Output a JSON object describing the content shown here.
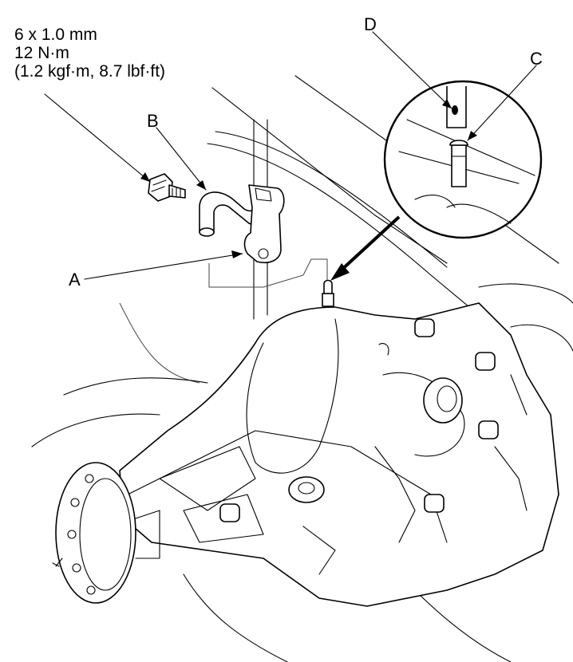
{
  "spec": {
    "size": "6 x 1.0 mm",
    "torque": "12 N·m",
    "torque_alt": "(1.2 kgf·m, 8.7 lbf·ft)"
  },
  "callouts": {
    "a": "A",
    "b": "B",
    "c": "C",
    "d": "D"
  },
  "colors": {
    "line": "#000000",
    "background": "#ffffff"
  }
}
